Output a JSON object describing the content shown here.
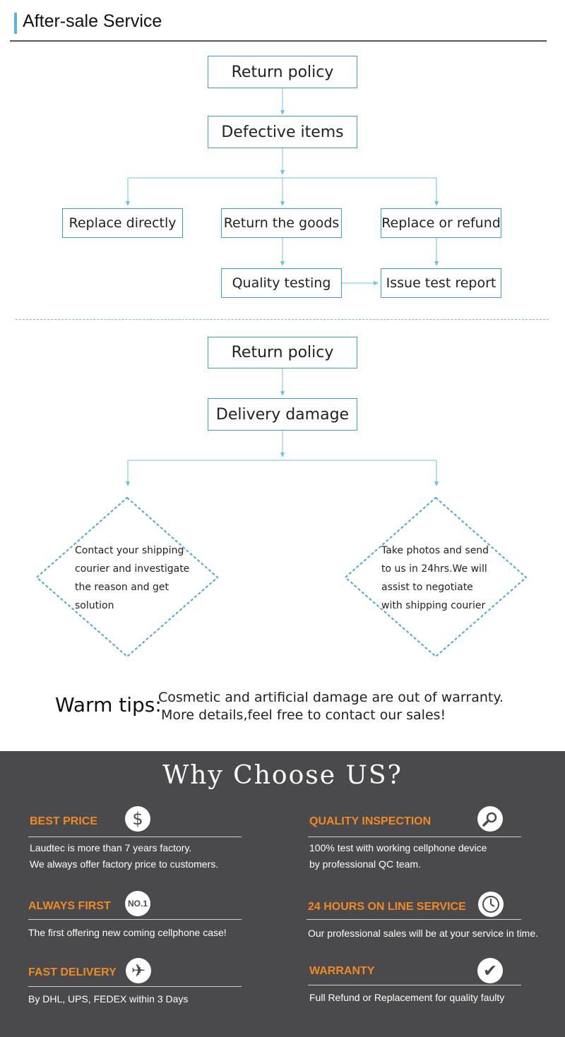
{
  "header": {
    "title": "After-sale Service"
  },
  "flow1": {
    "top": "Return policy",
    "second": "Defective items",
    "branch_left": "Replace directly",
    "branch_middle": "Return the goods",
    "branch_right": "Replace or refund",
    "testing": "Quality testing",
    "report": "Issue test report"
  },
  "flow2": {
    "top": "Return policy",
    "second": "Delivery damage",
    "left_diamond": [
      "Contact your shipping",
      "courier and investigate",
      "the reason and get",
      "solution"
    ],
    "right_diamond": [
      "Take photos and send",
      "to us in 24hrs.We will",
      "assist to negotiate",
      "with shipping courier"
    ]
  },
  "tips": {
    "label": "Warm tips:",
    "line1": "Cosmetic and artificial damage are out of warranty.",
    "line2": "More details,feel free to contact our sales!"
  },
  "why": {
    "title": "Why Choose US?",
    "features": [
      {
        "title": "BEST PRICE",
        "icon": "dollar-icon",
        "glyph": "$",
        "lines": [
          "Laudtec is more than 7 years factory.",
          "We always offer factory price to customers."
        ]
      },
      {
        "title": "QUALITY INSPECTION",
        "icon": "magnifier-icon",
        "lines": [
          "100% test with working cellphone device",
          "by professional QC team."
        ]
      },
      {
        "title": "ALWAYS FIRST",
        "icon": "no1-badge-icon",
        "glyph": "NO.1",
        "lines": [
          "The first offering new coming cellphone case!"
        ]
      },
      {
        "title": "24 HOURS ON LINE SERVICE",
        "icon": "clock-icon",
        "lines": [
          "Our professional sales will be at your service in time."
        ]
      },
      {
        "title": "FAST DELIVERY",
        "icon": "airplane-icon",
        "glyph": "✈",
        "lines": [
          "By DHL, UPS, FEDEX within 3 Days"
        ]
      },
      {
        "title": "WARRANTY",
        "icon": "checkmark-icon",
        "glyph": "✔",
        "lines": [
          "Full Refund or Replacement for quality faulty"
        ]
      }
    ]
  },
  "colors": {
    "accent": "#5ab4e0",
    "box_border": "#3a9fd0",
    "feature_title": "#f08a24",
    "dark_bg": "#4a494b"
  }
}
